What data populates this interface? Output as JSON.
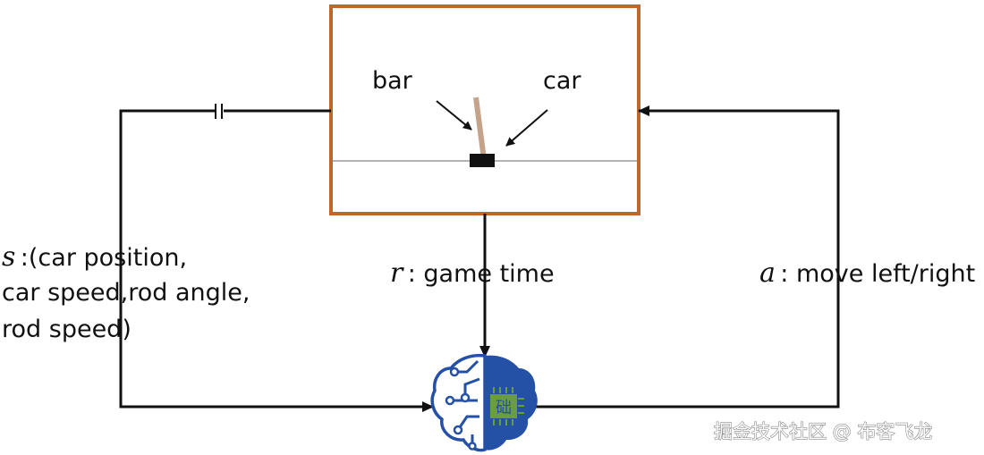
{
  "environment": {
    "bar_label": "bar",
    "car_label": "car"
  },
  "state": {
    "symbol": "s",
    "lines": [
      " :(car position,",
      "car speed,rod angle,",
      "rod speed)"
    ]
  },
  "reward": {
    "symbol": "r",
    "text": " : game time"
  },
  "action": {
    "symbol": "a",
    "text": " : move left/right"
  },
  "agent": {
    "icon": "brain-chip-icon",
    "chip_text": "础"
  },
  "watermark": "掘金技术社区 @ 布客飞龙",
  "colors": {
    "env_border": "#c0662b",
    "rod": "#c4a38a",
    "brain": "#2450a6",
    "chip": "#6a9e3a",
    "lines": "#111111"
  }
}
